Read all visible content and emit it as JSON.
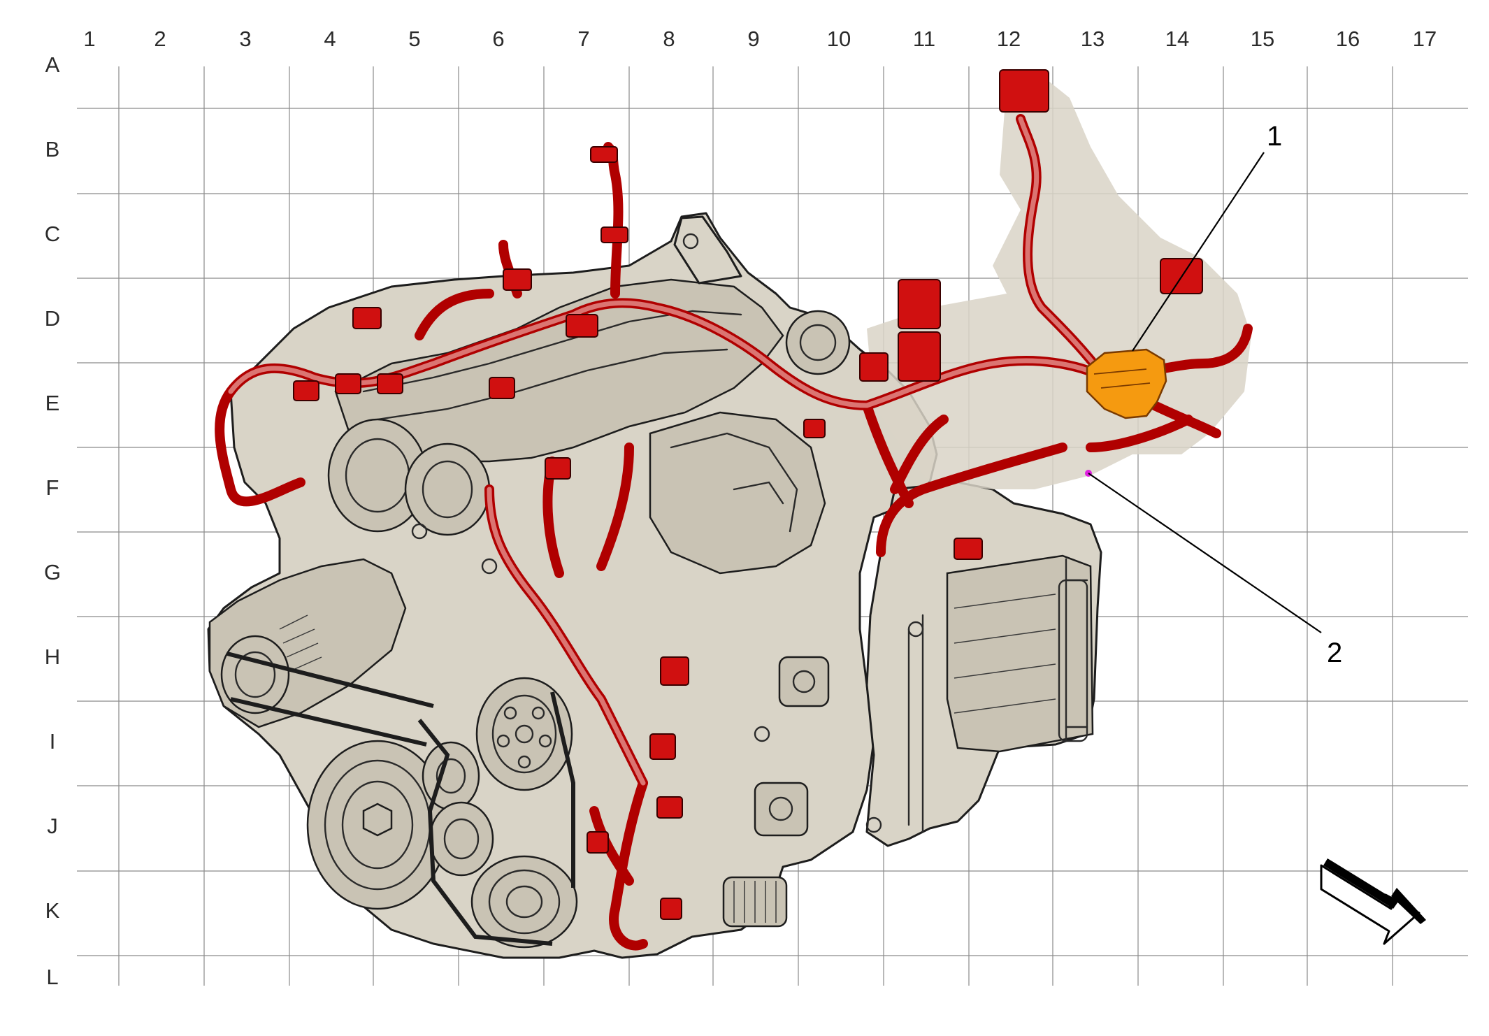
{
  "grid": {
    "columns": [
      "1",
      "2",
      "3",
      "4",
      "5",
      "6",
      "7",
      "8",
      "9",
      "10",
      "11",
      "12",
      "13",
      "14",
      "15",
      "16",
      "17"
    ],
    "rows": [
      "A",
      "B",
      "C",
      "D",
      "E",
      "F",
      "G",
      "H",
      "I",
      "J",
      "K",
      "L"
    ]
  },
  "callouts": [
    {
      "id": "1",
      "label": "1"
    },
    {
      "id": "2",
      "label": "2"
    }
  ],
  "colors": {
    "grid": "#8a8a8a",
    "engine_body": "#d9d4c7",
    "outline": "#1d1d1d",
    "harness": "#d01010",
    "highlighted_component": "#f59a10",
    "highlight_point": "#e020e0"
  },
  "icons": {
    "orientation_arrow": "direction-arrow-icon"
  }
}
